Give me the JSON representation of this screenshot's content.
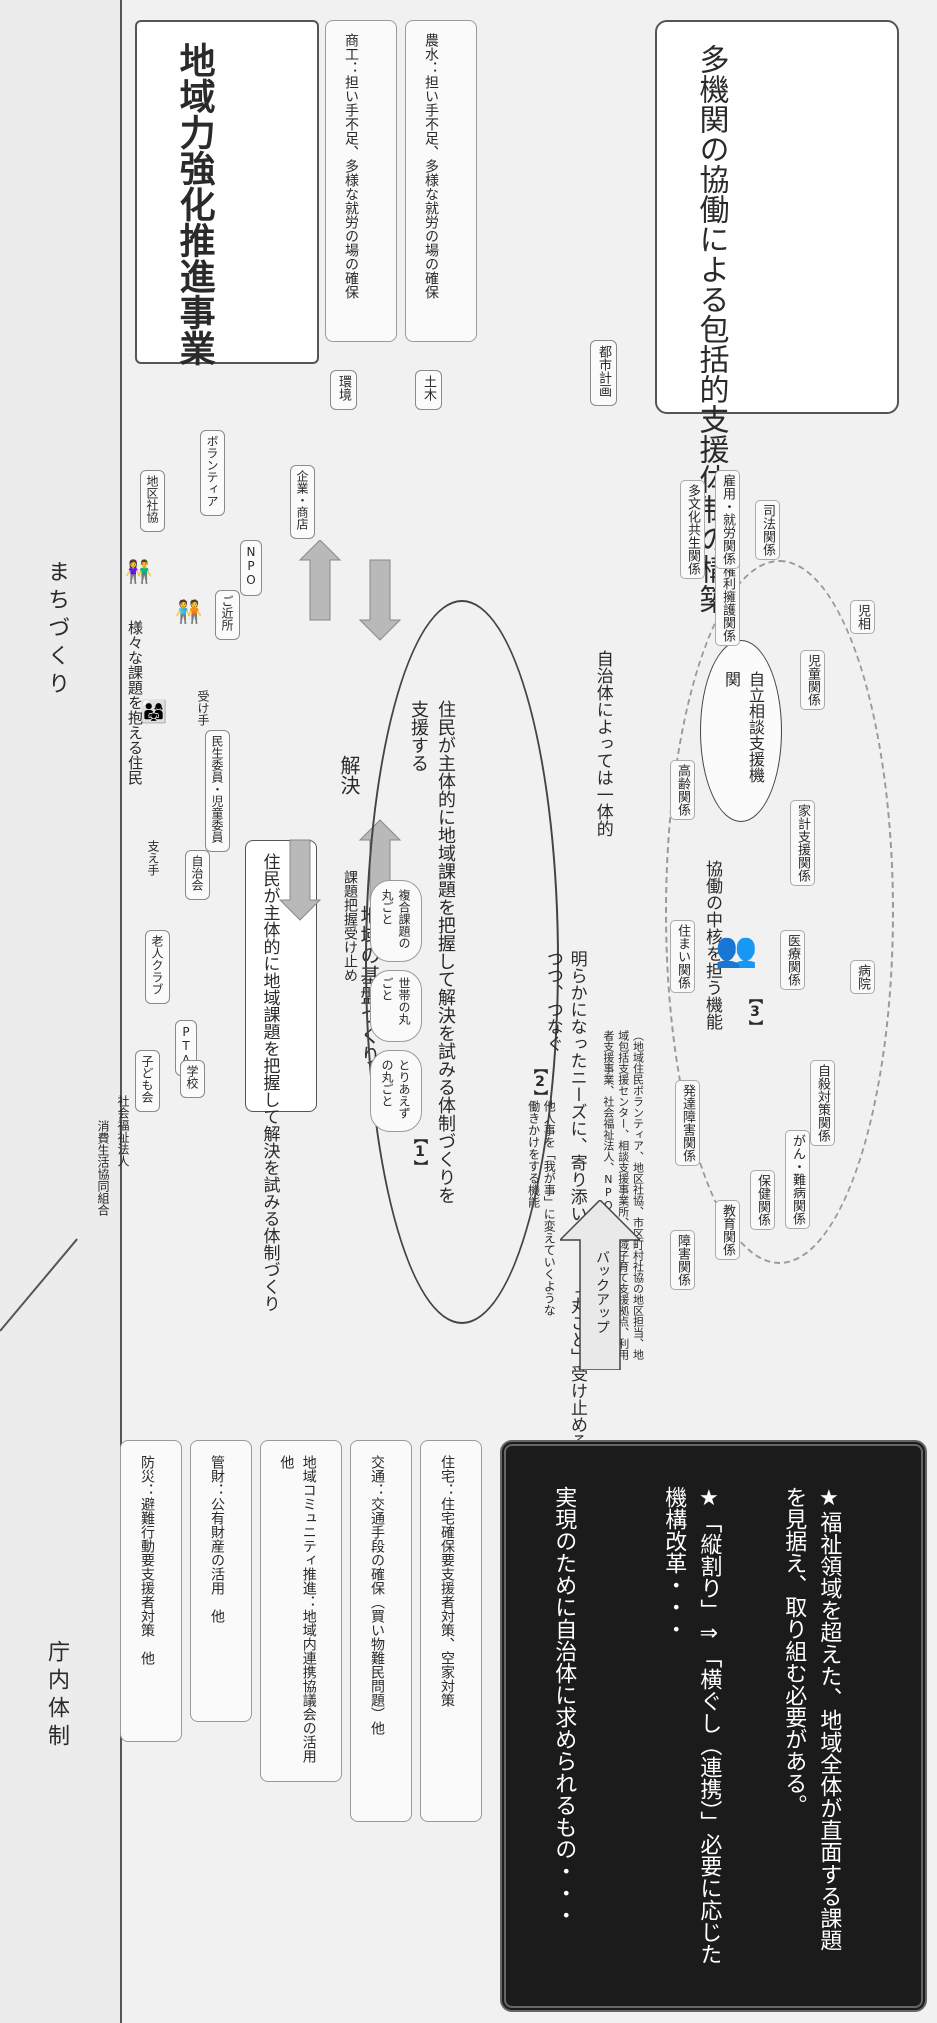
{
  "left_tabs": {
    "machizukuri": "まちづくり",
    "chonai": "庁内体制"
  },
  "top_boxes": {
    "title": "地域力強化推進事業",
    "shoko": "商工：担い手不足、多様な就労の場の確保",
    "kankyo": "環境",
    "nosui": "農水：担い手不足、多様な就労の場の確保",
    "doboku": "土木",
    "toshi": "都市計画"
  },
  "bottom_box_title": "多機関の協働による包括的支援体制の構築",
  "right_pills": {
    "bosai": "防災：避難行動要支援者対策　他",
    "kanzai": "管財：公有財産の活用　他",
    "chiiki_comm": "地域コミュニティ推進：地域内連携協議会の活用　他",
    "kotsu": "交通：交通手段の確保（買い物難民問題）他",
    "jutaku": "住宅：住宅確保要支援者対策、空家対策"
  },
  "black_box": {
    "heading": "実現のために自治体に求められるもの・・・",
    "item1": "★「縦割り」⇒「横ぐし（連携）」必要に応じた機構改革・・・",
    "item2": "★福祉領域を超えた、地域全体が直面する課題を見据え、取り組む必要がある。"
  },
  "community": {
    "frame_title": "住民が主体的に地域課題を把握して解決を試みる体制づくり",
    "chiku_shakyo": "地区社協",
    "volunteer": "ボランティア",
    "npo": "NPO",
    "kigyo": "企業・商店",
    "gokinjo": "ご近所",
    "minsei": "民生委員・児童委員",
    "ukete": "受け手",
    "sasaete": "支え手",
    "jichikai": "自治会",
    "rojin": "老人クラブ",
    "pta": "PTA",
    "kodomo": "子ども会",
    "gakko": "学校",
    "shakai_fukushi": "社会福祉法人",
    "shohi": "消費生活協同組合",
    "kadai_text": "様々な課題を抱える住民",
    "kaiketsu": "解決",
    "kihan": "地域の基盤づくり",
    "label1": "【1】",
    "label1_desc": "他人事を「我が事」に変えていくような働きかけをする機能"
  },
  "marugoto": {
    "title": "「丸ごと」受け止める場",
    "label2": "【2】",
    "kadai_haaku": "課題把握受け止め",
    "fukugo": "複合課題の丸ごと",
    "setai": "世帯の丸ごと",
    "toriaezu": "とりあえずの丸ごと",
    "oval_text": "住民が主体的に地域課題を把握して解決を試みる体制づくりを支援する",
    "footnote": "（地域住民ボランティア、地区社協、市区町村社協の地区担当、地域包括支援センター、相談支援事業所、地域子育て支援拠点、利用者支援事業、社会福祉法人、NPO法人等）"
  },
  "middle": {
    "jichitai": "自治体によっては一体的",
    "akiraka": "明らかになったニーズに、寄り添いつつ、つなぐ",
    "backup": "バックアップ"
  },
  "ring": {
    "label3": "【3】",
    "center": "協働の中核を担う機能",
    "jiritsu": "自立相談支援機関",
    "items": [
      "障害関係",
      "発達障害関係",
      "住まい関係",
      "高齢関係",
      "権利擁護関係",
      "多文化共生関係",
      "雇用・就労関係",
      "司法関係",
      "児相",
      "児童関係",
      "家計支援関係",
      "医療関係",
      "病院",
      "自殺対策関係",
      "がん・難病関係",
      "保健関係",
      "教育関係"
    ]
  }
}
